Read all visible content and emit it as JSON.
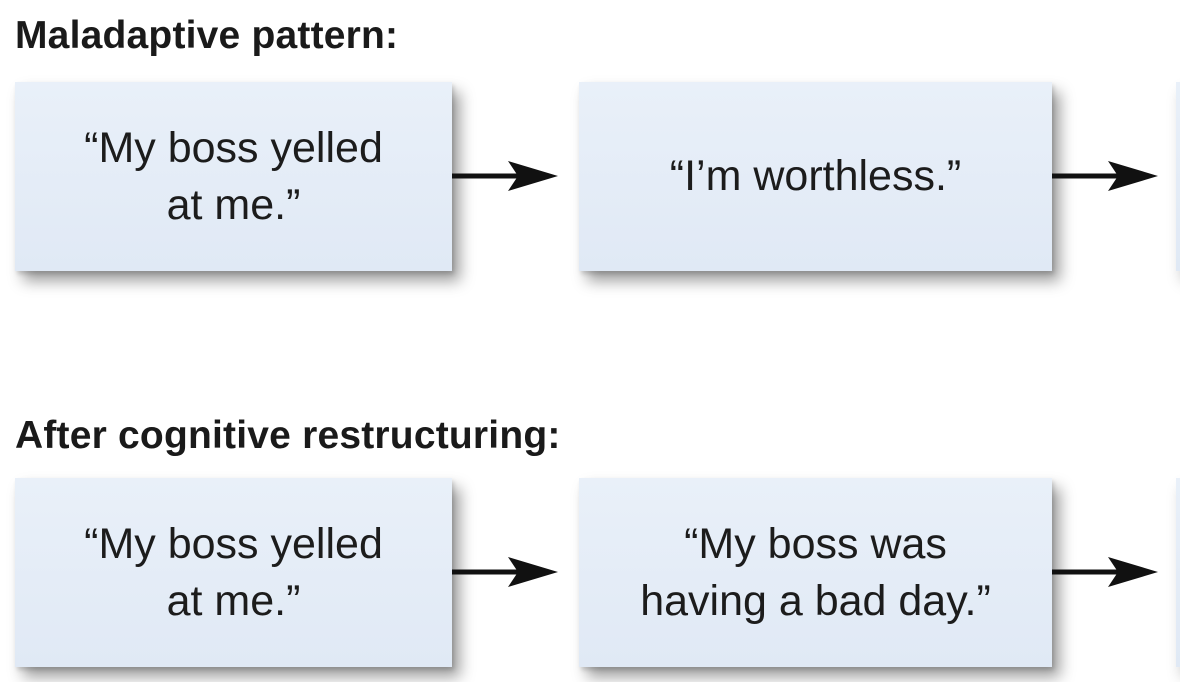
{
  "rows": [
    {
      "heading": "Maladaptive pattern:",
      "boxes": [
        {
          "text": "“My boss yelled\nat me.”"
        },
        {
          "text": "“I’m worthless.”"
        }
      ]
    },
    {
      "heading": "After cognitive restructuring:",
      "boxes": [
        {
          "text": "“My boss yelled\nat me.”"
        },
        {
          "text": "“My boss was\nhaving a bad day.”"
        }
      ]
    }
  ],
  "colors": {
    "box_fill": "#e4ecf7",
    "text": "#1c1c1c",
    "arrow": "#111111"
  }
}
